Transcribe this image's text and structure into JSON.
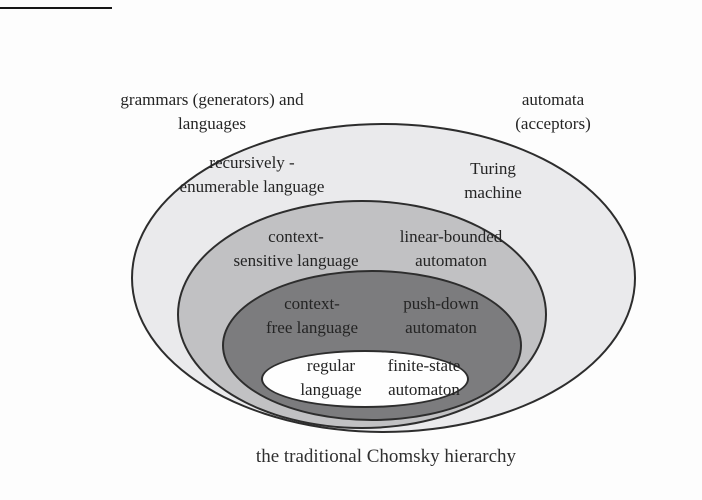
{
  "figure": {
    "caption": "the traditional Chomsky hierarchy",
    "headers": {
      "grammars": {
        "line1": "grammars (generators) and",
        "line2": "languages"
      },
      "automata": {
        "line1": "automata",
        "line2": "(acceptors)"
      }
    },
    "levels": [
      {
        "name": "recursively-enumerable",
        "language_lines": [
          "recursively -",
          "enumerable language"
        ],
        "automaton_lines": [
          "Turing",
          "machine"
        ],
        "fill": "#eaeaec"
      },
      {
        "name": "context-sensitive",
        "language_lines": [
          "context-",
          "sensitive language"
        ],
        "automaton_lines": [
          "linear-bounded",
          "automaton"
        ],
        "fill": "#c1c1c3"
      },
      {
        "name": "context-free",
        "language_lines": [
          "context-",
          "free language"
        ],
        "automaton_lines": [
          "push-down",
          "automaton"
        ],
        "fill": "#7c7c7e"
      },
      {
        "name": "regular",
        "language_lines": [
          "regular",
          "language"
        ],
        "automaton_lines": [
          "finite-state",
          "automaton"
        ],
        "fill": "#fefefe"
      }
    ],
    "colors": {
      "outline": "#2d2d2d",
      "text": "#2a2a2a",
      "background": "#ffffff"
    }
  }
}
